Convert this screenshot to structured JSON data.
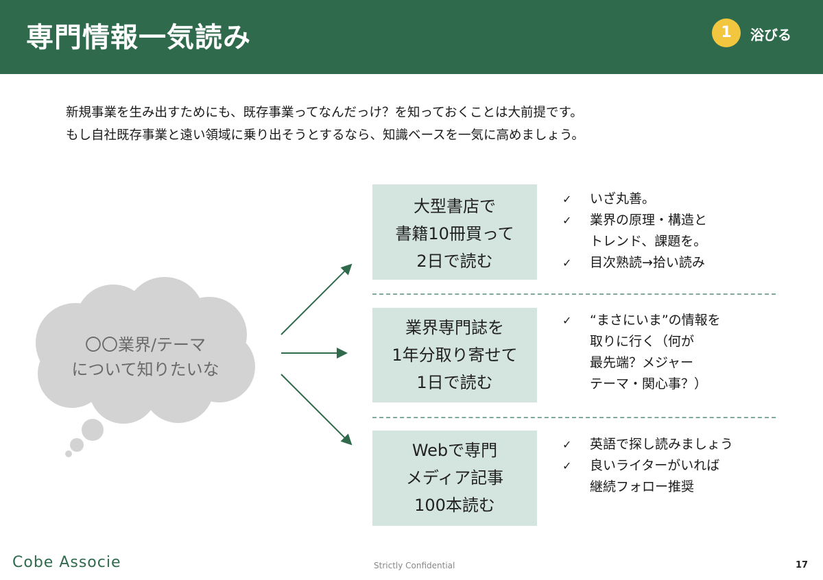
{
  "header": {
    "title": "専門情報一気読み",
    "step_number": "1",
    "step_label": "浴びる",
    "bg_color": "#2f6a4d",
    "badge_color": "#f2c63e"
  },
  "intro": {
    "line1": "新規事業を生み出すためにも、既存事業ってなんだっけ？を知っておくことは大前提です。",
    "line2": "もし自社既存事業と遠い領域に乗り出そうとするなら、知識ベースを一気に高めましょう。"
  },
  "thought": {
    "line1": "〇〇業界/テーマ",
    "line2": "について知りたいな"
  },
  "methods": [
    {
      "lines": [
        "大型書店で",
        "書籍10冊買って",
        "2日で読む"
      ],
      "points": [
        [
          "いざ丸善。"
        ],
        [
          "業界の原理・構造と",
          "トレンド、課題を。"
        ],
        [
          "目次熟読→拾い読み"
        ]
      ]
    },
    {
      "lines": [
        "業界専門誌を",
        "1年分取り寄せて",
        "1日で読む"
      ],
      "points": [
        [
          "“まさにいま”の情報を",
          "取りに行く（何が",
          "最先端？メジャー",
          "テーマ・関心事？）"
        ]
      ]
    },
    {
      "lines": [
        "Webで専門",
        "メディア記事",
        "100本読む"
      ],
      "points": [
        [
          "英語で探し読みましょう"
        ],
        [
          "良いライターがいれば",
          "継続フォロー推奨"
        ]
      ]
    }
  ],
  "check_mark": "✓",
  "footer": {
    "logo": "Cobe Associe",
    "confidential": "Strictly Confidential",
    "page_number": "17"
  }
}
